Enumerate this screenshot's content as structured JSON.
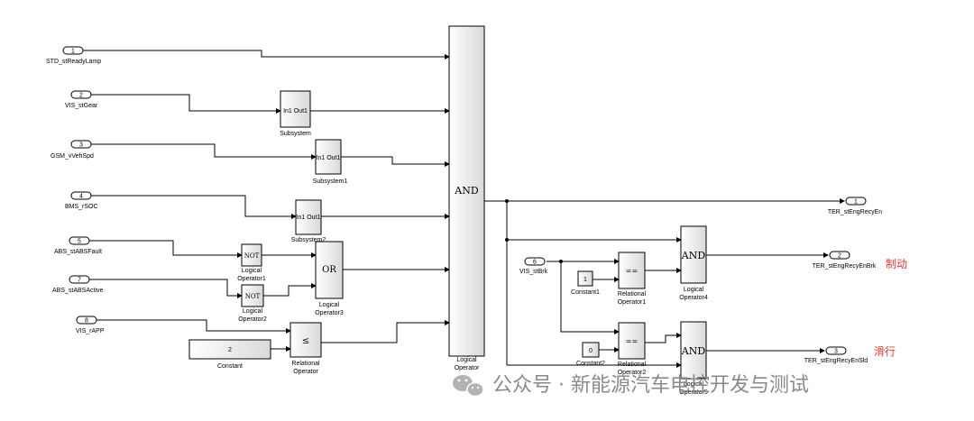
{
  "inports": [
    {
      "num": "1",
      "label": "STD_stReadyLamp"
    },
    {
      "num": "2",
      "label": "VIS_stGear"
    },
    {
      "num": "3",
      "label": "GSM_vVehSpd"
    },
    {
      "num": "4",
      "label": "BMS_rSOC"
    },
    {
      "num": "5",
      "label": "ABS_stABSFault"
    },
    {
      "num": "7",
      "label": "ABS_stABSActive"
    },
    {
      "num": "8",
      "label": "VIS_rAPP"
    },
    {
      "num": "6",
      "label": "VIS_stBrk"
    }
  ],
  "outports": [
    {
      "num": "1",
      "label": "TER_stEngRecyEn"
    },
    {
      "num": "2",
      "label": "TER_stEngRecyEnBrk"
    },
    {
      "num": "3",
      "label": "TER_stEngRecyEnSld"
    }
  ],
  "subsystems": [
    {
      "port_text": "In1 Out1",
      "label": "Subsystem"
    },
    {
      "port_text": "In1 Out1",
      "label": "Subsystem1"
    },
    {
      "port_text": "In1 Out1",
      "label": "Subsystem2"
    }
  ],
  "logic": {
    "not1": {
      "op": "NOT",
      "label1": "Logical",
      "label2": "Operator1"
    },
    "not2": {
      "op": "NOT",
      "label1": "Logical",
      "label2": "Operator2"
    },
    "or3": {
      "op": "OR",
      "label1": "Logical",
      "label2": "Operator3"
    },
    "and_main": {
      "op": "AND",
      "label1": "Logical",
      "label2": "Operator"
    },
    "and4": {
      "op": "AND",
      "label1": "Logical",
      "label2": "Operator4"
    },
    "and5": {
      "op": "AND",
      "label1": "Logical",
      "label2": "Operator5"
    }
  },
  "relational": {
    "rel0": {
      "op": "≤",
      "label1": "Relational",
      "label2": "Operator"
    },
    "rel1": {
      "op": "==",
      "label1": "Relational",
      "label2": "Operator1"
    },
    "rel2": {
      "op": "==",
      "label1": "Relational",
      "label2": "Operator2"
    }
  },
  "constants": {
    "c0": {
      "value": "2",
      "label": "Constant"
    },
    "c1": {
      "value": "1",
      "label": "Constant1"
    },
    "c2": {
      "value": "0",
      "label": "Constant2"
    }
  },
  "annotations": {
    "brake": "制动",
    "glide": "滑行"
  },
  "watermark": "公众号 · 新能源汽车电控开发与测试",
  "colors": {
    "annotation": "#e8382c",
    "watermark": "#8a8a8a"
  }
}
